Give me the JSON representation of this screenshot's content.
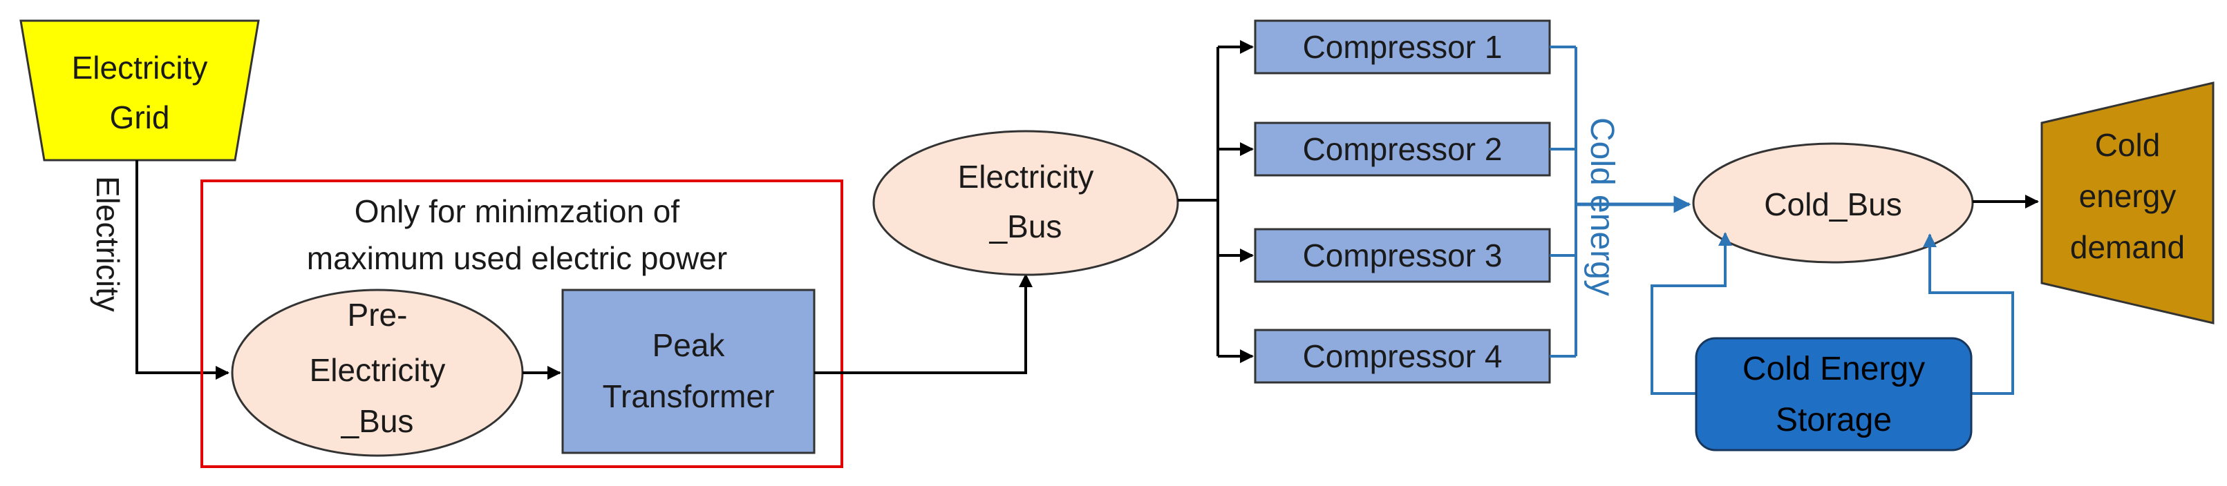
{
  "nodes": {
    "grid": [
      "Electricity",
      "Grid"
    ],
    "pre_bus": [
      "Pre-",
      "Electricity",
      "_Bus"
    ],
    "peak_transformer": [
      "Peak",
      "Transformer"
    ],
    "electricity_bus": [
      "Electricity",
      "_Bus"
    ],
    "compressors": [
      "Compressor 1",
      "Compressor 2",
      "Compressor 3",
      "Compressor 4"
    ],
    "cold_bus": "Cold_Bus",
    "cold_storage": [
      "Cold Energy",
      "Storage"
    ],
    "cold_demand": [
      "Cold",
      "energy",
      "demand"
    ]
  },
  "annotations": {
    "red_box_caption": [
      "Only for minimzation of",
      "maximum used electric power"
    ],
    "grid_link_label": "Electricity",
    "cold_link_label": "Cold energy"
  },
  "colors": {
    "grid_fill": "#ffff00",
    "bus_fill": "#fce4d6",
    "box_fill": "#8faadc",
    "storage_fill": "#1f6fc5",
    "demand_fill": "#c8900a",
    "cold_line": "#2e75b6",
    "red_frame": "#e00000"
  }
}
